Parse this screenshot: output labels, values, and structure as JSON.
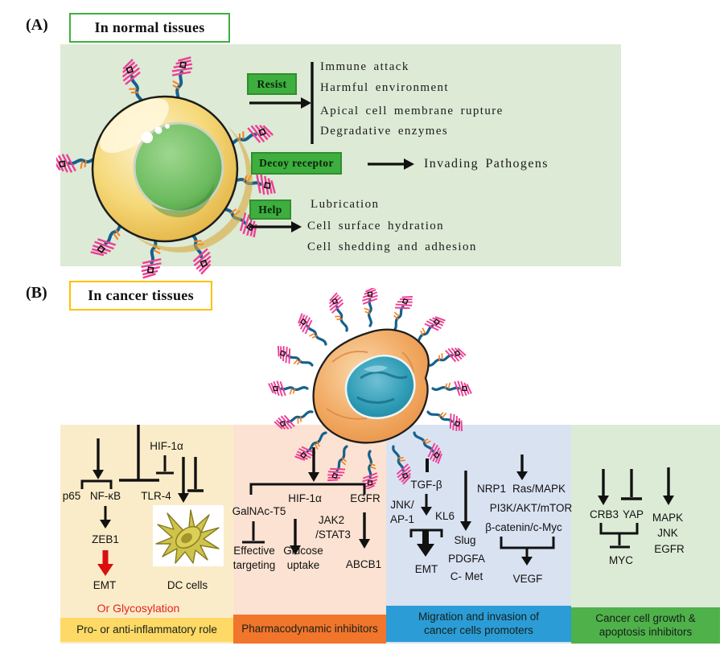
{
  "figure": {
    "a": {
      "label": "(A)",
      "title": "In normal tissues",
      "resist": {
        "badge": "Resist",
        "items": [
          "Immune attack",
          "Harmful environment",
          "Apical cell membrane rupture",
          "Degradative enzymes"
        ]
      },
      "decoy": {
        "badge": "Decoy receptor",
        "target": "Invading Pathogens"
      },
      "help": {
        "badge": "Help",
        "items": [
          "Lubrication",
          "Cell surface hydration",
          "Cell shedding and adhesion"
        ]
      }
    },
    "b": {
      "label": "(B)",
      "title": "In cancer tissues",
      "inflammatory": {
        "hif1a": "HIF-1α",
        "p65": "p65",
        "nfkb": "NF-κB",
        "tlr4": "TLR-4",
        "zeb1": "ZEB1",
        "emt": "EMT",
        "dc_cells": "DC cells",
        "glyco": "Or Glycosylation",
        "footer": "Pro- or anti-inflammatory role"
      },
      "pharmacodynamic": {
        "hif1a": "HIF-1α",
        "egfr": "EGFR",
        "galnac_t5": "GalNAc-T5",
        "jak2": "JAK2",
        "stat3": "/STAT3",
        "effective_line1": "Effective",
        "effective_line2": "targeting",
        "glucose_line1": "Glucose",
        "glucose_line2": "uptake",
        "abcb1": "ABCB1",
        "footer": "Pharmacodynamic inhibitors"
      },
      "migration": {
        "tgfb": "TGF-β",
        "jnk_slash": "JNK/",
        "ap1": "AP-1",
        "kl6": "KL6",
        "emt": "EMT",
        "slug": "Slug",
        "pdgfa": "PDGFA",
        "cmet": "C- Met",
        "nrp1": "NRP1",
        "ras_mapk": "Ras/MAPK",
        "pi3k_akt_mtor": "PI3K/AKT/mTOR",
        "beta_catenin": "β-catenin/c-Myc",
        "vegf": "VEGF",
        "footer_line1": "Migration and invasion of",
        "footer_line2": "cancer cells promoters"
      },
      "growth": {
        "crb3": "CRB3",
        "yap": "YAP",
        "mapk": "MAPK",
        "jnk": "JNK",
        "egfr": "EGFR",
        "myc": "MYC",
        "footer_line1": "Cancer cell growth &",
        "footer_line2": "apoptosis inhibitors"
      }
    },
    "colors": {
      "panel_a_bg": "#dcead6",
      "badge_green": "#3eae3e",
      "title_a_border": "#3fae3f",
      "title_b_border": "#ffc000",
      "inflammatory_bg": "#fbecc9",
      "inflammatory_footer": "#ffd965",
      "pharmacodynamic_bg": "#fbe2d2",
      "pharmacodynamic_footer": "#f2752c",
      "migration_bg": "#d9e2f1",
      "migration_footer": "#2b9cd6",
      "growth_bg": "#dcebd6",
      "growth_footer": "#4fb14a",
      "highlight_red": "#e3251d",
      "mucin_blue": "#15618e",
      "mucin_pink": "#ee3e96"
    }
  }
}
